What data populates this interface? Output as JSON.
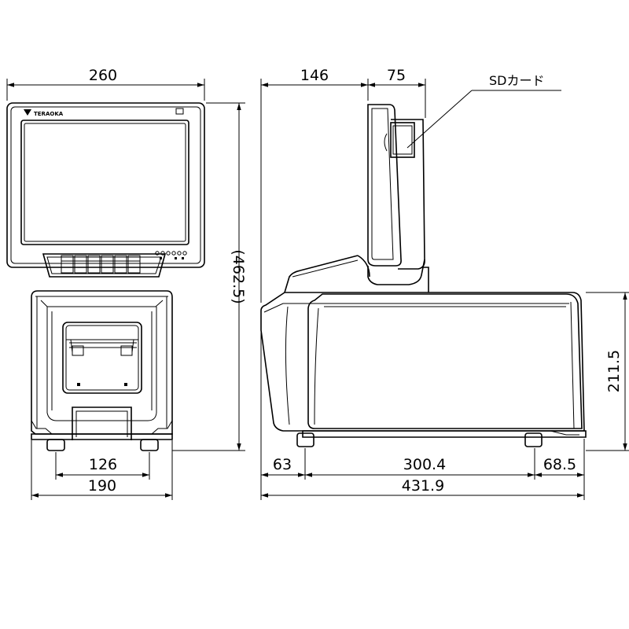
{
  "front_view": {
    "width_top": "260",
    "height_total": "(462.5)",
    "foot_spacing": "126",
    "base_width": "190",
    "logo_text": "TERAOKA"
  },
  "side_view": {
    "overhang": "146",
    "display_depth": "75",
    "body_height": "211.5",
    "left_offset": "63",
    "body_length": "300.4",
    "right_offset": "68.5",
    "total_length": "431.9",
    "callout_label": "SDカード"
  }
}
